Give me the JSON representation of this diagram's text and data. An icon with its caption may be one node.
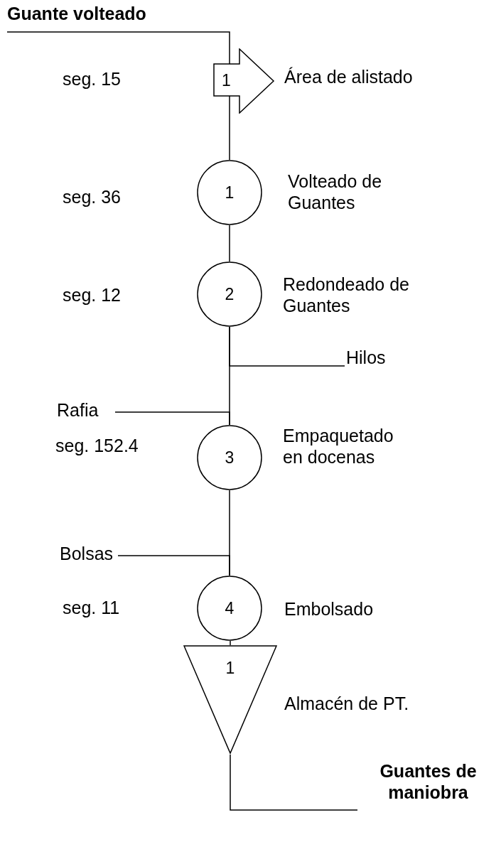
{
  "diagram": {
    "nodes": [
      {
        "text": [
          "Guante volteado"
        ]
      },
      {
        "text": [
          "1"
        ],
        "beside": [
          "Área de alistado"
        ]
      },
      {
        "text": [
          "1"
        ],
        "beside": [
          "Volteado de Guantes"
        ]
      },
      {
        "text": [
          "2"
        ],
        "beside": [
          "Redondeado de Guantes"
        ]
      },
      {
        "text": [
          "Hilos"
        ]
      },
      {
        "text": [
          "Rafia"
        ]
      },
      {
        "text": [
          "3"
        ],
        "beside": [
          "Empaquetado en docenas"
        ]
      },
      {
        "text": [
          "Bolsas"
        ]
      },
      {
        "text": [
          "4"
        ],
        "beside": [
          "Embolsado"
        ]
      },
      {
        "text": [
          "1"
        ],
        "beside": [
          "Almacén de PT."
        ]
      },
      {
        "text": [
          "Guantes de maniobra"
        ]
      }
    ],
    "edges": [
      {
        "from": 0,
        "to": 1,
        "arrow": "none"
      },
      {
        "from": 1,
        "to": 2,
        "arrow": "none"
      },
      {
        "from": 2,
        "to": 3,
        "arrow": "none"
      },
      {
        "from": 3,
        "to": 6,
        "arrow": "none"
      },
      {
        "from": 3,
        "to": 4,
        "arrow": "none"
      },
      {
        "from": 5,
        "to": 6,
        "arrow": "none"
      },
      {
        "from": 6,
        "to": 8,
        "arrow": "none"
      },
      {
        "from": 7,
        "to": 8,
        "arrow": "none"
      },
      {
        "from": 8,
        "to": 9,
        "arrow": "none"
      },
      {
        "from": 9,
        "to": 10,
        "arrow": "none"
      }
    ],
    "labels": [
      "seg. 15",
      "seg. 36",
      "seg. 12",
      "seg. 152.4",
      "seg. 11"
    ]
  }
}
